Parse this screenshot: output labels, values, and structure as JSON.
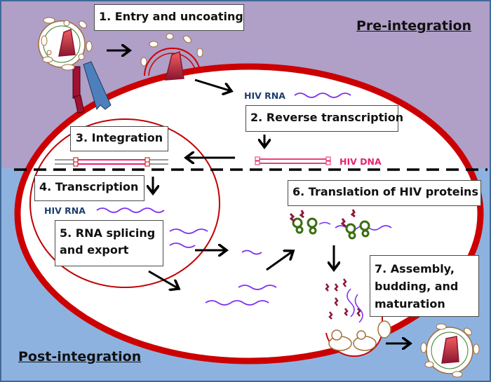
{
  "regions": {
    "top_label": "Pre-integration",
    "bottom_label": "Post-integration"
  },
  "steps": [
    {
      "number": "1.",
      "label": "Entry and uncoating"
    },
    {
      "number": "2.",
      "label": "Reverse transcription"
    },
    {
      "number": "3.",
      "label": "Integration"
    },
    {
      "number": "4.",
      "label": "Transcription"
    },
    {
      "number": "5.",
      "label": "RNA splicing and export"
    },
    {
      "number": "6.",
      "label": "Translation of HIV proteins"
    },
    {
      "number": "7.",
      "label": "Assembly, budding, and maturation"
    }
  ],
  "step_text": {
    "s1": "1. Entry and uncoating",
    "s2": "2. Reverse transcription",
    "s3": "3. Integration",
    "s4": "4. Transcription",
    "s5_line1": "5. RNA splicing",
    "s5_line2": "and export",
    "s6": "6. Translation of HIV proteins",
    "s7_line1": "7. Assembly,",
    "s7_line2": "budding, and",
    "s7_line3": "maturation"
  },
  "molecules": {
    "rna_label_cytoplasm": "HIV RNA",
    "dna_label": "HIV DNA",
    "rna_label_nucleus": "HIV RNA"
  },
  "colors": {
    "pre_integration_bg": "#b09fc7",
    "post_integration_bg": "#8eb2e0",
    "cell_membrane": "#cc0000",
    "nuclear_membrane": "#c00000",
    "rna": "#7b2ff0",
    "dna": "#e8246e",
    "rna_label": "#1f3f6e",
    "protein": "#8b1a3a",
    "ribosome": "#3a6e12",
    "virion_envelope": "#a0703a",
    "capsid": "#b0203a"
  }
}
